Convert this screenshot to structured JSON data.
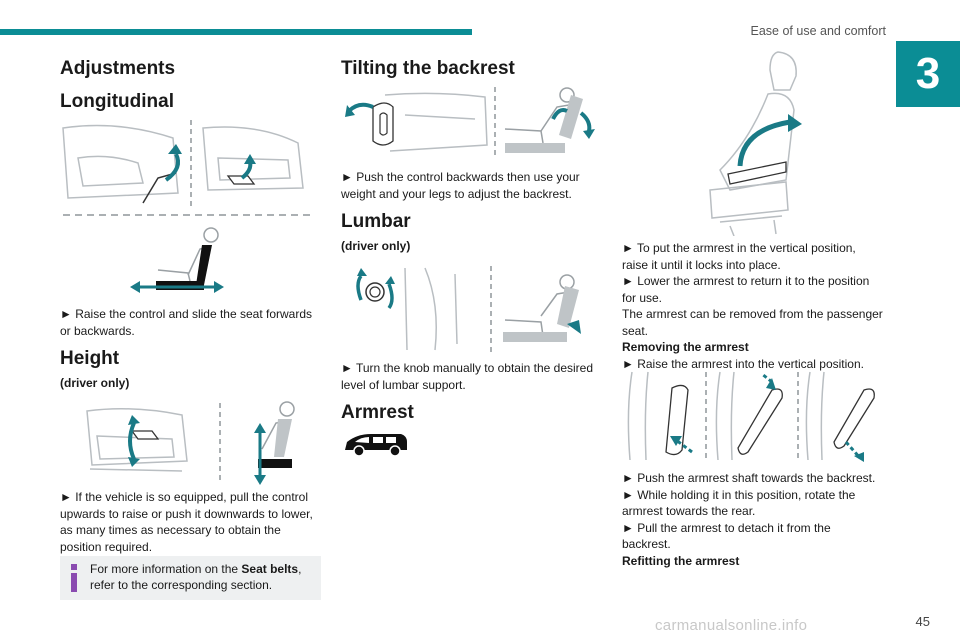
{
  "header": {
    "section_title": "Ease of use and comfort",
    "chapter_number": "3"
  },
  "left": {
    "adjustments_title": "Adjustments",
    "longitudinal_title": "Longitudinal",
    "longitudinal_text": [
      "► Raise the control and slide the seat forwards",
      "or backwards."
    ],
    "height_title": "Height",
    "height_sub": "(driver only)",
    "height_text": [
      "► If the vehicle is so equipped, pull the control",
      "upwards to raise or push it downwards to lower,",
      "as many times as necessary to obtain the",
      "position required."
    ],
    "info": {
      "line1_pre": "For more information on the ",
      "line1_bold": "Seat belts",
      "line1_post": ",",
      "line2": "refer to the corresponding section."
    }
  },
  "middle": {
    "tilting_title": "Tilting the backrest",
    "tilting_text": [
      "► Push the control backwards then use your",
      "weight and your legs to adjust the backrest."
    ],
    "lumbar_title": "Lumbar",
    "lumbar_sub": "(driver only)",
    "lumbar_text": [
      "► Turn the knob manually to obtain the desired",
      "level of lumbar support."
    ],
    "armrest_title": "Armrest"
  },
  "right": {
    "armrest_text": [
      "► To put the armrest in the vertical position,",
      "raise it until it locks into place.",
      "► Lower the armrest to return it to the position",
      "for use.",
      "The armrest can be removed from the passenger",
      "seat."
    ],
    "removing_title": "Removing the armrest",
    "removing_step": "► Raise the armrest into the vertical position.",
    "detach_text": [
      "► Push the armrest shaft towards the backrest.",
      "► While holding it in this position, rotate the",
      "armrest towards the rear.",
      "► Pull the armrest to detach it from the",
      "backrest."
    ],
    "refitting_title": "Refitting the armrest"
  },
  "footer": {
    "page_number": "45",
    "watermark": "carmanualsonline.info"
  },
  "colors": {
    "accent": "#0b8d95",
    "arrow": "#1a7a86",
    "info_bg": "#eef0f1",
    "info_icon": "#8a4bb0",
    "line_art": "#b9bec2"
  }
}
